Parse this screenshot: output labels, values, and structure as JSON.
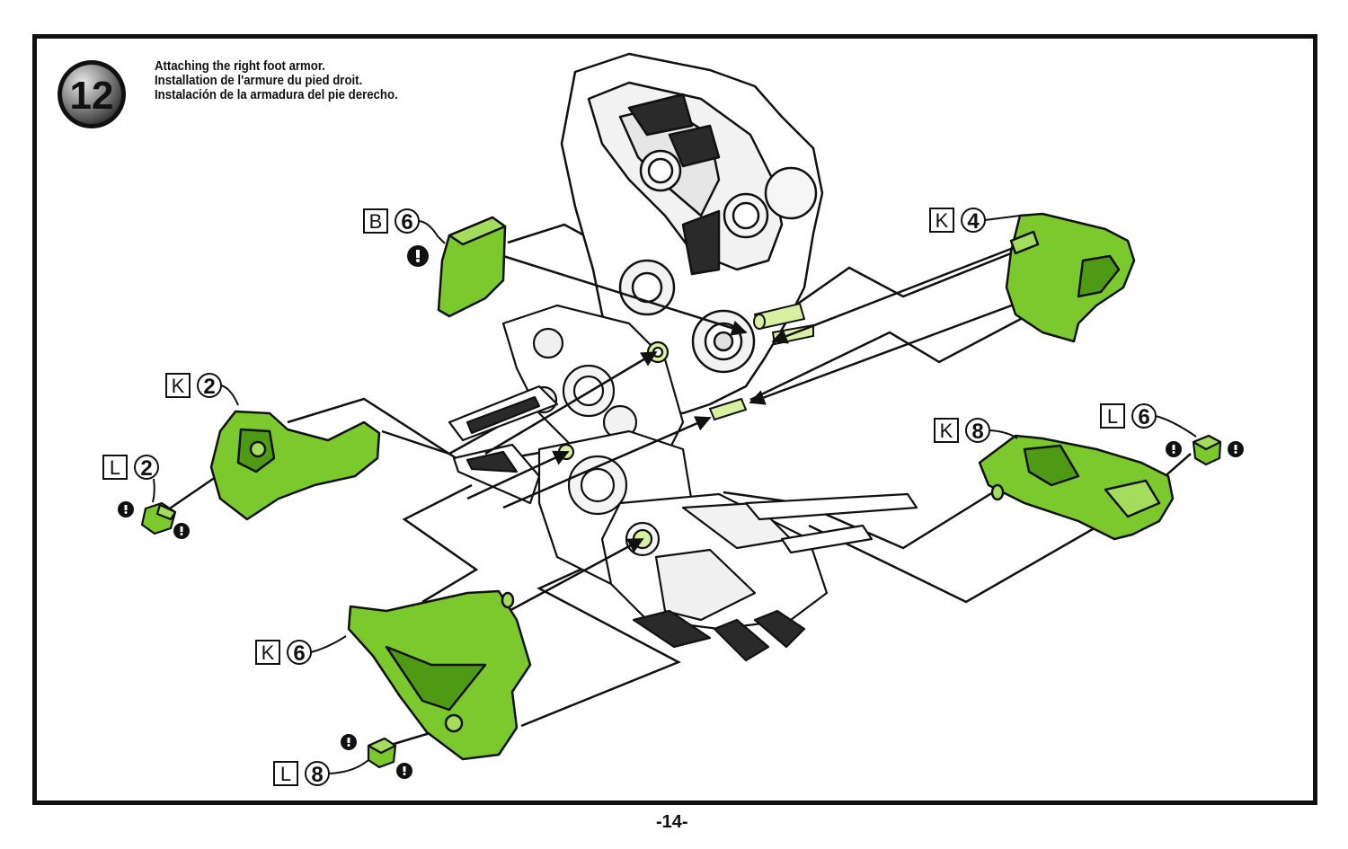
{
  "step": {
    "number": "12",
    "title_lines": [
      "Attaching the right foot armor.",
      "Installation de l'armure du pied droit.",
      "Instalación de la armadura del pie derecho."
    ]
  },
  "colors": {
    "part_green": "#7cc92d",
    "part_green_dark": "#4e9a14",
    "peg_green": "#d8f0a0",
    "outline": "#111111"
  },
  "parts": [
    {
      "runner": "B",
      "number": "6"
    },
    {
      "runner": "K",
      "number": "4"
    },
    {
      "runner": "K",
      "number": "2"
    },
    {
      "runner": "L",
      "number": "2"
    },
    {
      "runner": "K",
      "number": "8"
    },
    {
      "runner": "L",
      "number": "6"
    },
    {
      "runner": "K",
      "number": "6"
    },
    {
      "runner": "L",
      "number": "8"
    }
  ],
  "caution_icon": "exclamation-icon",
  "page_number": "-14-"
}
